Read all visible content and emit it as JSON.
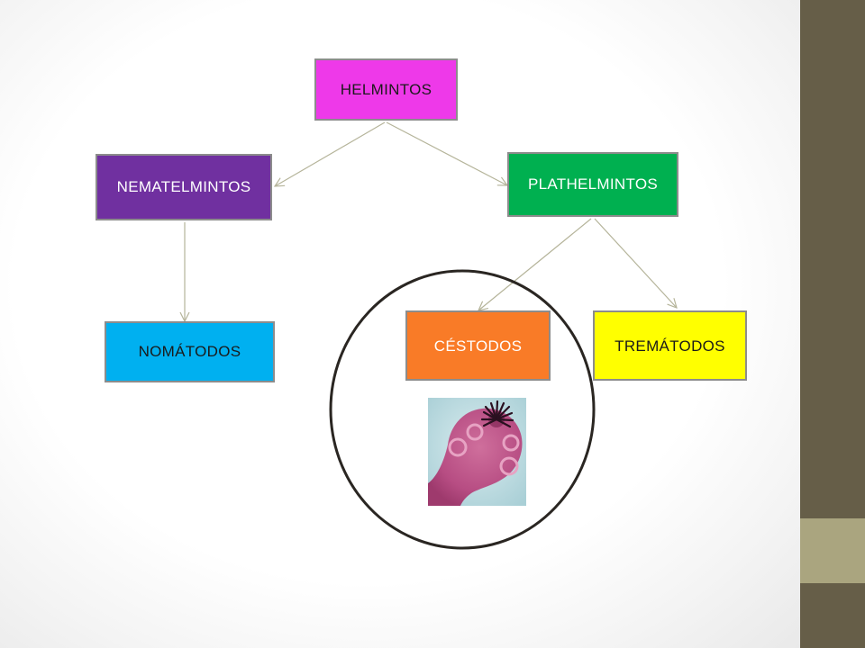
{
  "nodes": {
    "helmintos": {
      "label": "HELMINTOS",
      "color": "#ee39e9",
      "text_color": "#1a1a1a"
    },
    "nematelmintos": {
      "label": "NEMATELMINTOS",
      "color": "#7030a0",
      "text_color": "#ffffff"
    },
    "plathelmintos": {
      "label": "PLATHELMINTOS",
      "color": "#00b050",
      "text_color": "#ffffff"
    },
    "nomatodos": {
      "label": "NOMÁTODOS",
      "color": "#00b0f0",
      "text_color": "#1a1a1a"
    },
    "cestodos": {
      "label": "CÉSTODOS",
      "color": "#f97b27",
      "text_color": "#ffffff"
    },
    "trematodos": {
      "label": "TREMÁTODOS",
      "color": "#ffff00",
      "text_color": "#1a1a1a"
    }
  },
  "connector_color": "#b5b49a",
  "highlight_circle_color": "#2a2622",
  "theme": {
    "sidebar": "#665e48",
    "sidebar_accent": "#aaa57f"
  },
  "specimen_image": {
    "icon": "scolex-micrograph-icon"
  }
}
